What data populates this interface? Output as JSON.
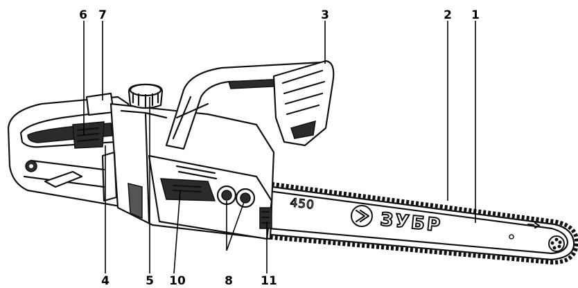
{
  "labels": {
    "l1": "1",
    "l2": "2",
    "l3": "3",
    "l4": "4",
    "l5": "5",
    "l6": "6",
    "l7": "7",
    "l8": "8",
    "l10": "10",
    "l11": "11"
  },
  "bar": {
    "brand": "ЗУБР",
    "length": "450"
  },
  "icons": {
    "brand_logo": "arrow-chevron-logo-icon",
    "chain": "saw-chain-icon",
    "sprocket": "nose-sprocket-icon"
  }
}
